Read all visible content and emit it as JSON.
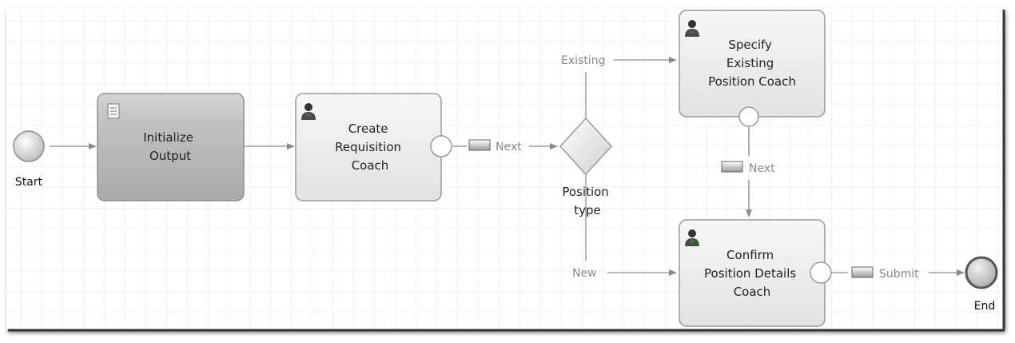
{
  "events": {
    "start": {
      "label": "Start"
    },
    "end": {
      "label": "End"
    }
  },
  "tasks": {
    "initialize_output": {
      "lines": [
        "Initialize",
        "Output"
      ],
      "type": "script"
    },
    "create_requisition": {
      "lines": [
        "Create",
        "Requisition",
        "Coach"
      ],
      "type": "user"
    },
    "specify_existing": {
      "lines": [
        "Specify",
        "Existing",
        "Position Coach"
      ],
      "type": "user"
    },
    "confirm_details": {
      "lines": [
        "Confirm",
        "Position Details",
        "Coach"
      ],
      "type": "user"
    }
  },
  "gateway": {
    "lines": [
      "Position",
      "type"
    ]
  },
  "flows": {
    "existing": "Existing",
    "new": "New",
    "next_create": "Next",
    "next_specify": "Next",
    "submit": "Submit"
  },
  "colors": {
    "grid": "#e4e4e4",
    "task_border": "#9a9a9a",
    "script_task_fill": "#b9b9b9",
    "user_task_fill": "#ededed",
    "arrow": "#8c8c8c",
    "flow_label": "#8a8a8a"
  }
}
